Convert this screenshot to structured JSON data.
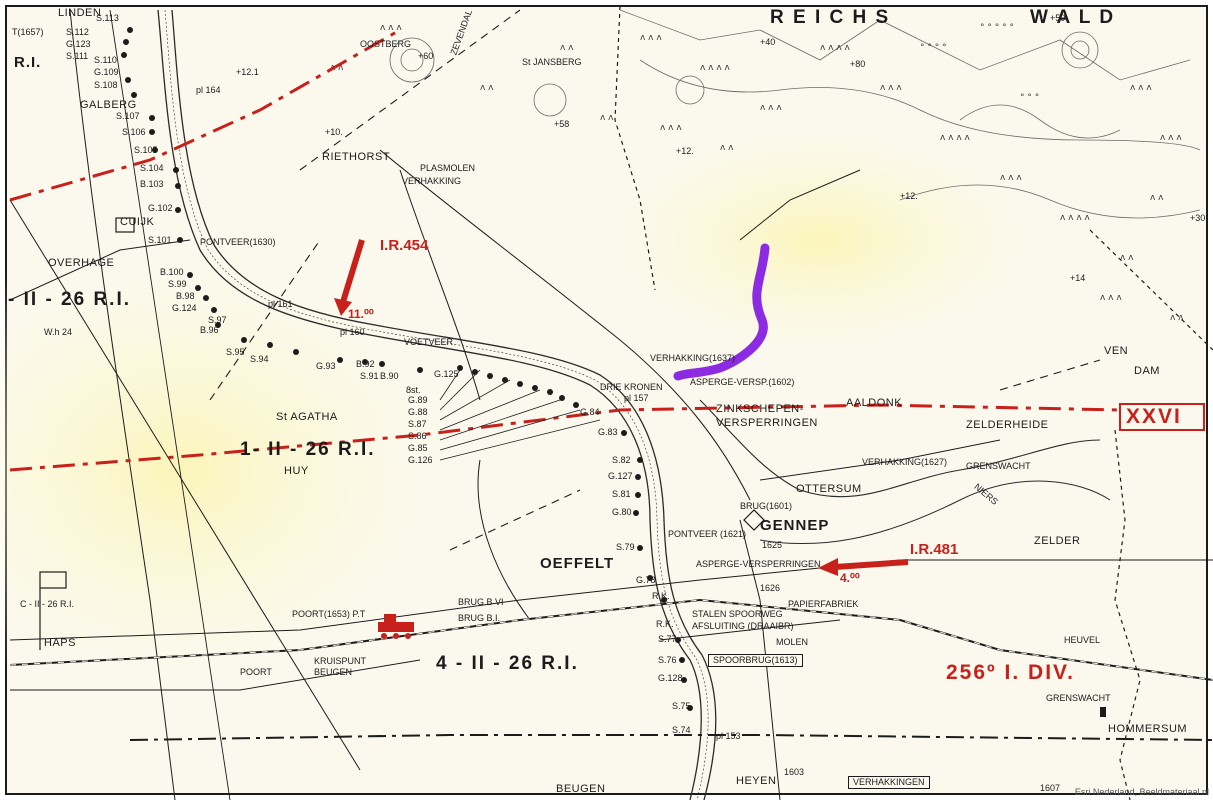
{
  "places": {
    "linden": "LINDEN",
    "year1657": "T(1657)",
    "galberg": "GALBERG",
    "cuijk": "CUIJK",
    "overhage": "OVERHAGE",
    "riethorst": "RIETHORST",
    "plasmolen": "PLASMOLEN",
    "verhakking_top": "VERHAKKING",
    "jansberg": "St JANSBERG",
    "oostberg": "OOSTBERG",
    "zevendal": "ZEVENDAL",
    "wald": "W A L D",
    "reichs": "R E I C H S",
    "pontveer1630": "PONTVEER(1630)",
    "voetveer": "VOETVEER",
    "agatha": "St AGATHA",
    "huy": "HUY",
    "drie_kronen": "DRIE KRONEN",
    "verhakking_mid": "VERHAKKING(1637)",
    "asperge_1602": "ASPERGE-VERSP.(1602)",
    "zinkschepen": "ZINKSCHEPEN-",
    "versperringen": "VERSPERRINGEN",
    "aaldonk": "AALDONK",
    "zelderheide": "ZELDERHEIDE",
    "ven": "VEN",
    "dam": "DAM",
    "verhakking1627": "VERHAKKING(1627)",
    "grenswacht": "GRENSWACHT",
    "ottersum": "OTTERSUM",
    "niers": "NIERS",
    "brug1601": "BRUG(1601)",
    "gennep": "GENNEP",
    "pontveer1621": "PONTVEER (1621)",
    "asperge_versp": "ASPERGE-VERSPERRINGEN",
    "n1625": "1625",
    "n1626": "1626",
    "zelder": "ZELDER",
    "oeffelt": "OEFFELT",
    "brug_b6": "BRUG B VI",
    "brug_b1": "BRUG B.I.",
    "poort1653": "POORT(1653) P.T",
    "poort": "POORT",
    "kruispunt": "KRUISPUNT",
    "beugen_n": "BEUGEN",
    "haps": "HAPS",
    "stalen": "STALEN SPOORWEG",
    "afsluiting": "AFSLUITING (DRAAIBR)",
    "molen": "MOLEN",
    "papierfabriek": "PAPIERFABRIEK",
    "spoorbrug": "SPOORBRUG(1613)",
    "heuvel": "HEUVEL",
    "grenswacht2": "GRENSWACHT",
    "hommersum": "HOMMERSUM",
    "heyen": "HEYEN",
    "n1603": "1603",
    "n1607": "1607",
    "verhakkingen": "VERHAKKINGEN",
    "beugen_s": "BEUGEN",
    "rk": "R.K.",
    "rk2": "R.K."
  },
  "units": {
    "ri_top": "R.I.",
    "ii26_left": "- II - 26 R.I.",
    "i_ii_26": "1- II - 26 R.I.",
    "iv_ii_26": "4 - II - 26 R.I.",
    "c_ii_26": "C - II - 26 R.I.",
    "xxvi": "XXVI",
    "div256": "256º I. DIV."
  },
  "attacks": {
    "ir454": "I.R.454",
    "time454": "11.⁰⁰",
    "ir481": "I.R.481",
    "time481": "4.⁰⁰"
  },
  "bunkers": [
    "S.113",
    "S.112",
    "G.123",
    "S.111",
    "S.110",
    "G.109",
    "S.108",
    "S.107",
    "S.106",
    "S.105",
    "S.104",
    "B.103",
    "G.102",
    "S.101",
    "B.100",
    "S.99",
    "B.98",
    "S.97",
    "G.124",
    "B.96",
    "S.95",
    "S.94",
    "G.93",
    "S.91",
    "B.92",
    "B.90",
    "G.125",
    "G.89",
    "G.88",
    "S.87",
    "S.86",
    "G.85",
    "G.126",
    "G.84",
    "G.83",
    "S.82",
    "G.127",
    "S.81",
    "G.80",
    "S.79",
    "G.78",
    "S.77",
    "S.76",
    "G.128",
    "S.75",
    "S.74"
  ],
  "posts": {
    "p164": "pl 164",
    "p161": "pl 161",
    "p160": "pl 160",
    "p157": "pl 157",
    "p153": "pl 153"
  },
  "spot_heights": [
    "+12.1",
    "+10.",
    "+12.",
    "+12.",
    "+14",
    "+30",
    "+50",
    "+60",
    "+58",
    "+80",
    "+40"
  ],
  "misc": {
    "sst": "8st.",
    "wh24": "W.h 24"
  },
  "colors": {
    "frontline": "#c8211c",
    "highlight": "#8b2be2",
    "river": "#2a2a2a"
  },
  "credit": "Esri Nederland, Beeldmateriaal.nl"
}
